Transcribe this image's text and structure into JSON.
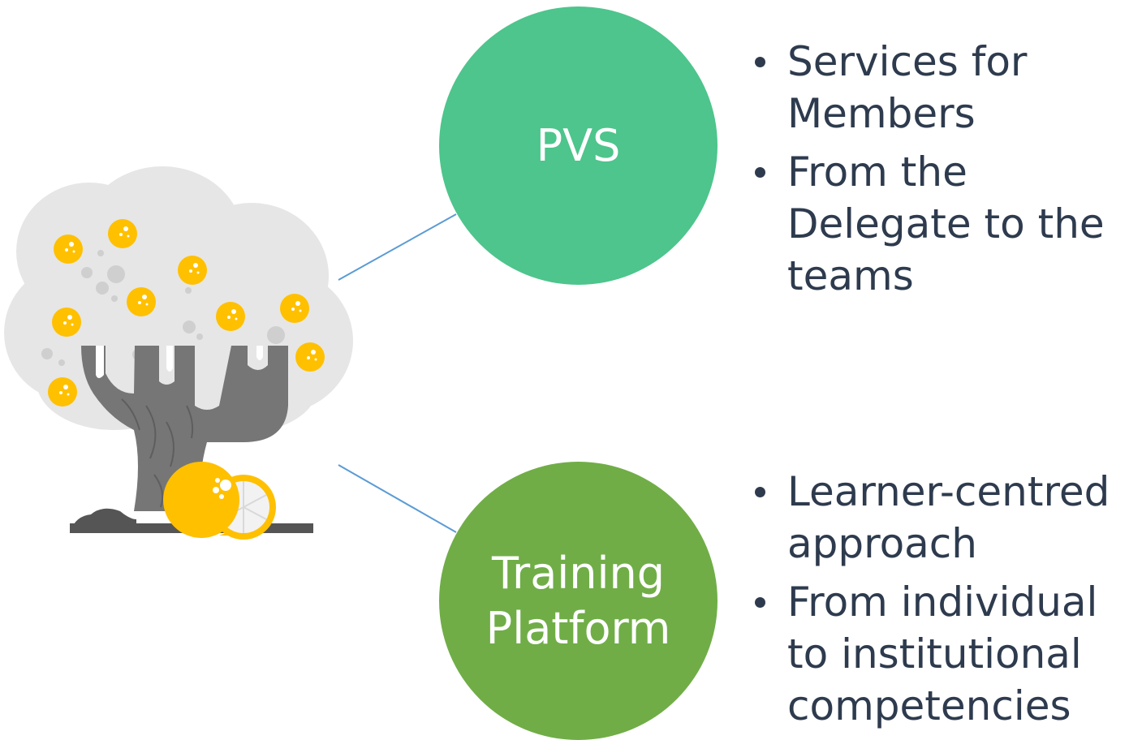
{
  "nodes": [
    {
      "label": "PVS",
      "color": "#4dc58c",
      "bullets": [
        "Services for Members",
        "From the Delegate to the teams"
      ]
    },
    {
      "label": "Training Platform",
      "color": "#70ad47",
      "bullets": [
        "Learner-centred approach",
        "From individual to institutional competencies"
      ]
    }
  ],
  "connector_color": "#5b9bd5",
  "illustration": {
    "name": "orange-tree-icon",
    "fruit_color": "#ffc000",
    "canopy_color": "#e6e6e6",
    "trunk_color": "#767676"
  }
}
